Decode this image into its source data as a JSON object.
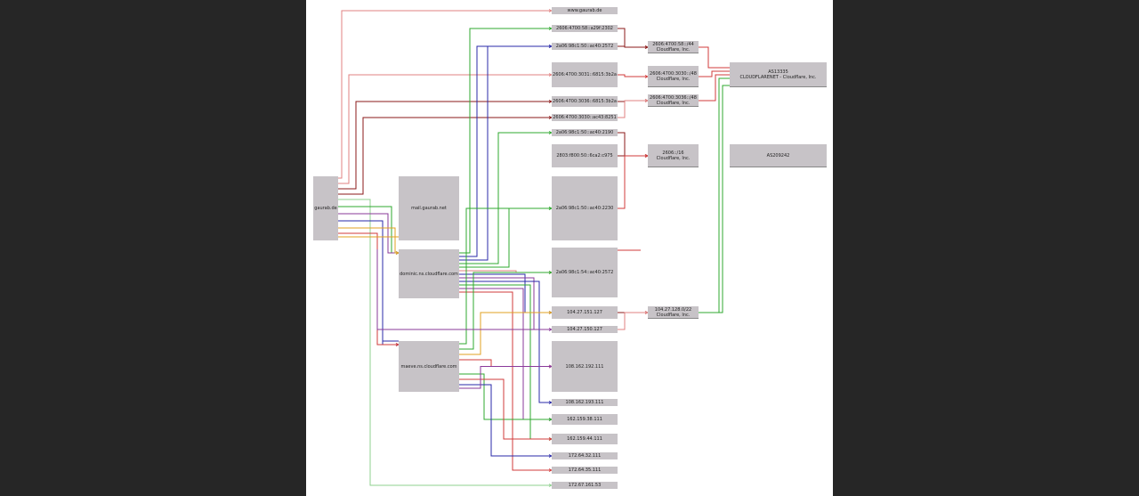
{
  "root": {
    "label": "gaurab.de"
  },
  "nameservers": [
    {
      "id": "ns1",
      "label": "mail.gaurab.net"
    },
    {
      "id": "ns2",
      "label": "dominic.ns.cloudflare.com"
    },
    {
      "id": "ns3",
      "label": "maeve.ns.cloudflare.com"
    }
  ],
  "addresses": [
    {
      "id": "a01",
      "label": "www.gaurab.de"
    },
    {
      "id": "a02",
      "label": "2606:4700:58::a29f:2302"
    },
    {
      "id": "a03",
      "label": "2a06:98c1:50::ac40:2572"
    },
    {
      "id": "a04",
      "label": "2606:4700:3031::6815:3b2a"
    },
    {
      "id": "a05",
      "label": "2606:4700:3036::6815:3b2a"
    },
    {
      "id": "a06",
      "label": "2606:4700:3030::ac43:8251"
    },
    {
      "id": "a07",
      "label": "2a06:98c1:50::ac40:2190"
    },
    {
      "id": "a08",
      "label": "2803:f800:50::6ca2:c975"
    },
    {
      "id": "a09",
      "label": "2a06:98c1:50::ac40:2230"
    },
    {
      "id": "a10",
      "label": "2a06:98c1:54::ac40:2572"
    },
    {
      "id": "a11",
      "label": "104.27.151.127"
    },
    {
      "id": "a12",
      "label": "104.27.150.127"
    },
    {
      "id": "a13",
      "label": "108.162.192.111"
    },
    {
      "id": "a14",
      "label": "108.162.193.111"
    },
    {
      "id": "a15",
      "label": "162.159.38.111"
    },
    {
      "id": "a16",
      "label": "162.159.44.111"
    },
    {
      "id": "a17",
      "label": "172.64.32.111"
    },
    {
      "id": "a18",
      "label": "172.64.35.111"
    },
    {
      "id": "a19",
      "label": "172.67.161.53"
    }
  ],
  "networks": [
    {
      "id": "n1",
      "label": "2606:4700:58::/44",
      "org": "Cloudflare, Inc."
    },
    {
      "id": "n2",
      "label": "2606:4700:3030::/48",
      "org": "Cloudflare, Inc."
    },
    {
      "id": "n3",
      "label": "2606:4700:3036::/48",
      "org": "Cloudflare, Inc."
    },
    {
      "id": "n4",
      "label": "2606::/16",
      "org": "Cloudflare, Inc."
    },
    {
      "id": "n5",
      "label": "104.27.128.0/22",
      "org": "Cloudflare, Inc."
    }
  ],
  "asns": [
    {
      "id": "as1",
      "label": "AS13335",
      "org": "CLOUDFLARENET - Cloudflare, Inc."
    },
    {
      "id": "as2",
      "label": "AS209242",
      "org": ""
    }
  ],
  "colors": {
    "red": "#d23b3b",
    "darkred": "#8b1a1a",
    "blue": "#2a2aa8",
    "green": "#2fa82f",
    "orange": "#e0a020",
    "purple": "#8a3a9a",
    "pink": "#e08080",
    "node": "#c7c3c7"
  }
}
